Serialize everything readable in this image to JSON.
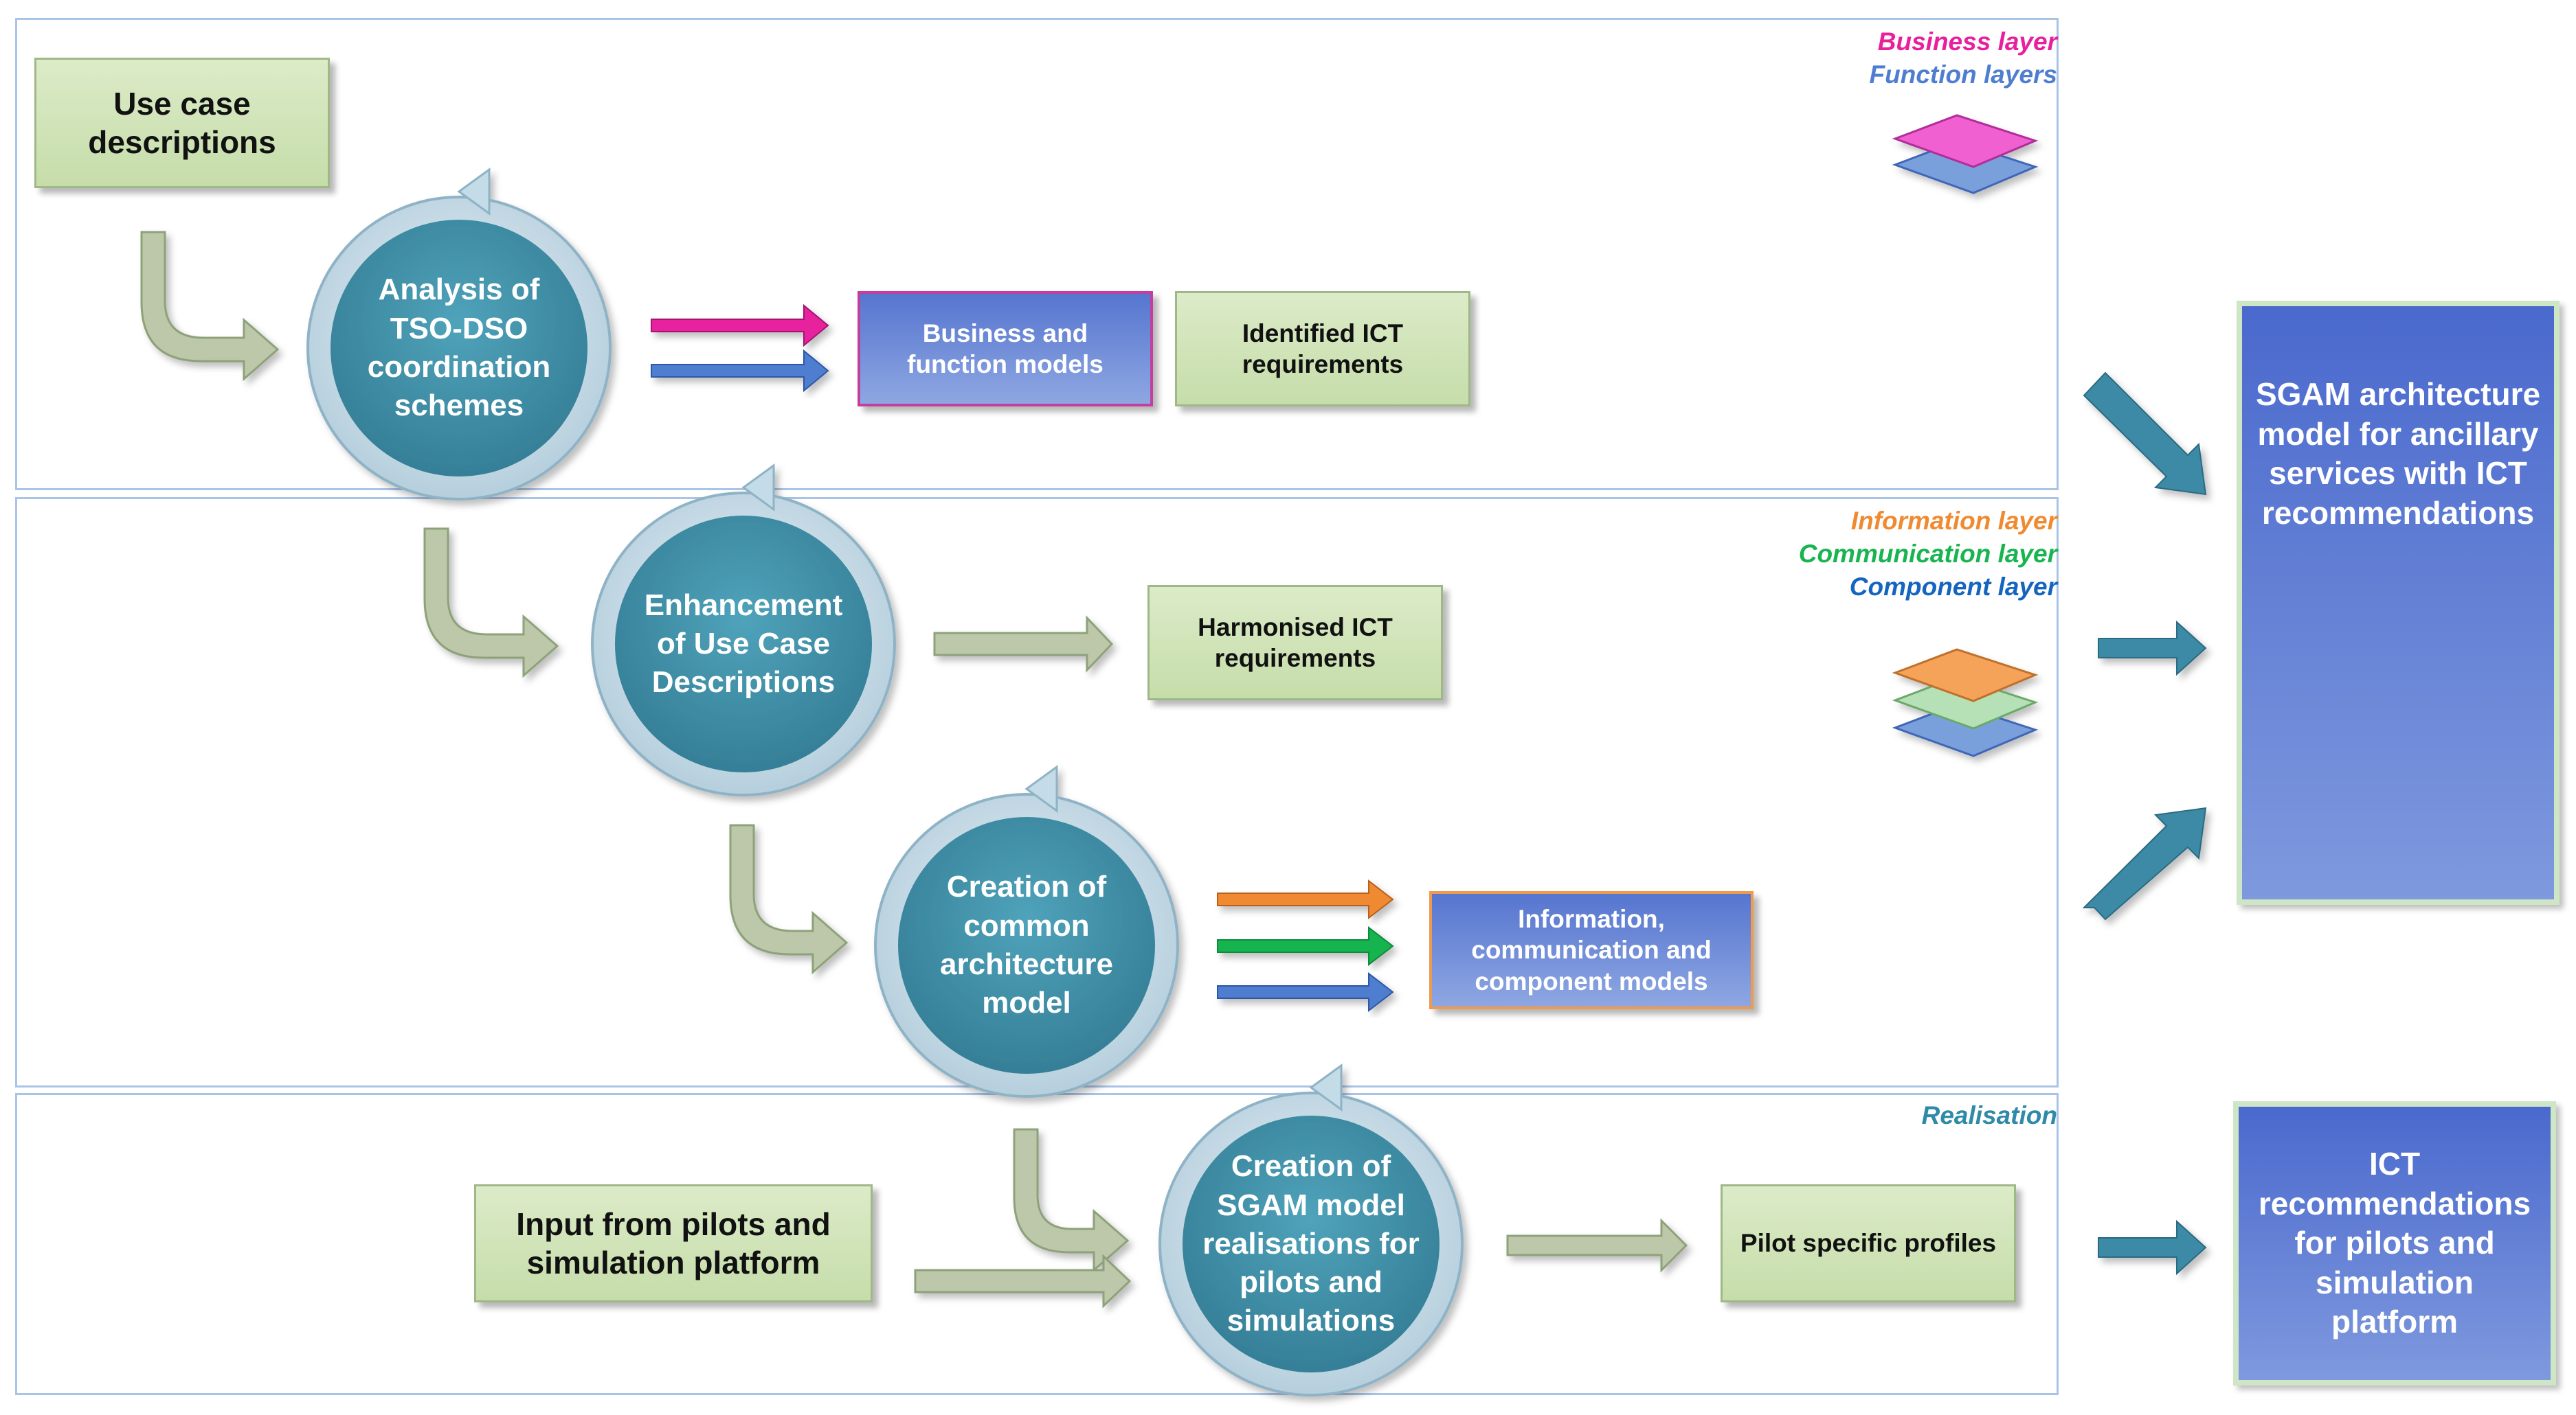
{
  "legend": {
    "business": "Business layer",
    "function": "Function layers",
    "information": "Information layer",
    "communication": "Communication layer",
    "component": "Component layer",
    "realisation": "Realisation"
  },
  "steps": {
    "analysis": "Analysis of TSO-DSO coordination schemes",
    "enhancement": "Enhancement of Use Case Descriptions",
    "creation_common": "Creation of common architecture model",
    "creation_sgam": "Creation of SGAM model realisations for pilots and simulations"
  },
  "boxes": {
    "use_case": "Use case descriptions",
    "business_function": "Business and function models",
    "identified_ict": "Identified ICT requirements",
    "harmonised_ict": "Harmonised ICT requirements",
    "info_comm_comp": "Information, communication and component models",
    "input_pilots": "Input from pilots and simulation platform",
    "pilot_profiles": "Pilot specific profiles"
  },
  "outputs": {
    "sgam": "SGAM architecture model for ancillary services with ICT recommendations",
    "ict": "ICT recommendations for pilots and simulation platform"
  },
  "colors": {
    "business": "#e8209e",
    "function": "#4f7ed0",
    "information": "#f08a30",
    "communication": "#18b450",
    "component": "#1565c0",
    "realisation": "#2e8aa6",
    "process_circle": "#3c8fa8",
    "outer_ring": "#c4dce8",
    "flow_arrow": "#b9c6a6",
    "result_arrow": "#3d8aa6"
  }
}
